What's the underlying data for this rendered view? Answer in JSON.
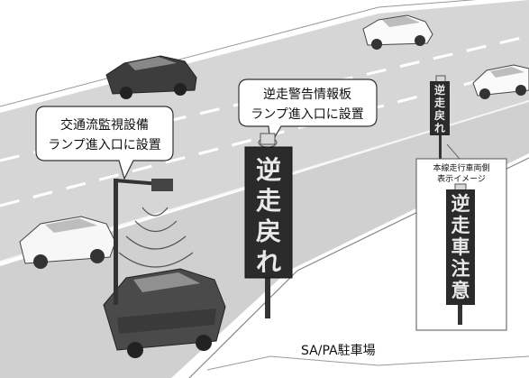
{
  "callouts": {
    "traffic_monitor": {
      "line1": "交通流監視設備",
      "line2": "ランプ進入口に設置"
    },
    "wrong_way_board": {
      "line1": "逆走警告情報板",
      "line2": "ランプ進入口に設置"
    },
    "mainline_display": {
      "line1": "本線走行車両側",
      "line2": "表示イメージ"
    }
  },
  "signs": {
    "ramp_board": [
      "逆",
      "走",
      "戻",
      "れ"
    ],
    "mainline_small": [
      "逆",
      "走",
      "戻",
      "れ"
    ],
    "mainline_display": [
      "逆",
      "走",
      "車",
      "注",
      "意"
    ]
  },
  "area_label": "SA/PA駐車場",
  "colors": {
    "sign_bg": "#2b2b2b",
    "sign_text": "#e9e9e9",
    "road": "#d4d4d4",
    "lane_mark": "#ffffff"
  }
}
